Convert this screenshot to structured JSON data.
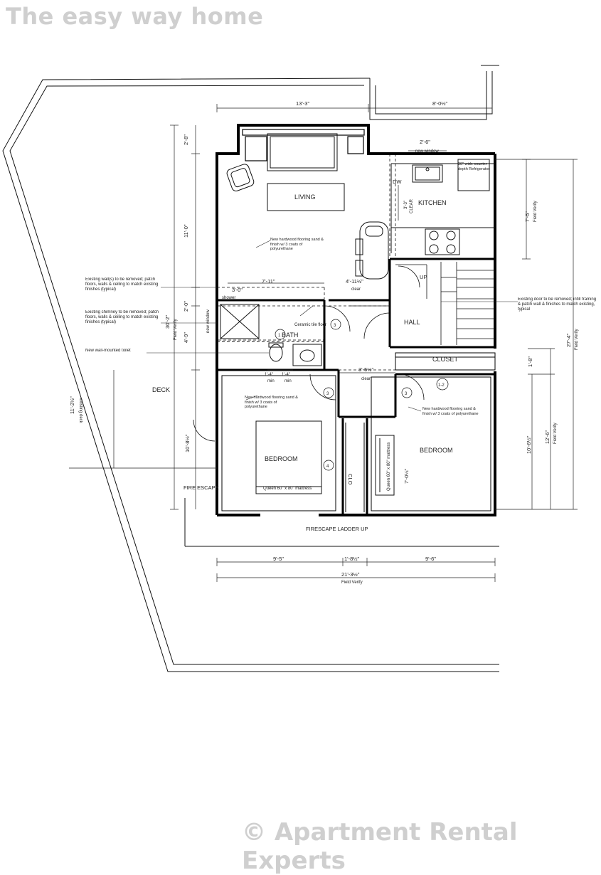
{
  "watermark": {
    "top": "The easy way home",
    "bottom": "© Apartment Rental Experts"
  },
  "rooms": {
    "living": "LIVING",
    "kitchen": "KITCHEN",
    "bath": "BATH",
    "hall": "HALL",
    "closet": "CLOSET",
    "bedroom_left": "BEDROOM",
    "bedroom_right": "BEDROOM",
    "deck": "DECK",
    "clo": "CLO",
    "up": "UP",
    "dw": "DW"
  },
  "dimensions": {
    "top_left": "13'-3\"",
    "top_right": "8'-0½\"",
    "window_width": "2'-6\"",
    "left_top": "2'-8\"",
    "left_living": "11'-0\"",
    "left_bath_a": "2'-0\"",
    "left_bath_b": "4'-9\"",
    "left_total": "30'-2\"",
    "left_bedroom": "10'-8½\"",
    "deck_depth": "11'-2½\"",
    "living_width": "7'-11\"",
    "clear_mid": "4'-11½\"",
    "clear_label": "clear",
    "shower_width": "3'-0\"",
    "kitchen_clear": "3'-3\"",
    "kitchen_clear_word": "CLEAR",
    "hall_clear": "3'-5½\"",
    "min_a": "1'-4\"",
    "min_b": "1'-4\"",
    "min_word": "min",
    "right_kitchen": "7'-5\"",
    "right_total": "27'-4\"",
    "right_closet": "1'-8\"",
    "right_bed_a": "10'-6½\"",
    "right_bed_b": "12'-6\"",
    "bedroom_right_depth": "7'-0¼\"",
    "bottom_left": "9'-5\"",
    "bottom_mid": "1'-8½\"",
    "bottom_right": "9'-6\"",
    "bottom_total": "21'-3½\"",
    "field_verify": "Field Verify",
    "existing_deck": "existing deck"
  },
  "notes": {
    "new_window": "new window",
    "new_window_side": "new window",
    "fridge": "30\" wide counter depth Refrigerator",
    "floor_living": "New hardwood flooring sand & finish w/ 3 coats of polyurethane",
    "floor_bed_left": "New hardwood flooring sand & finish w/ 3 coats of polyurethane",
    "floor_bed_right": "New hardwood flooring sand & finish w/ 3 coats of polyurethane",
    "walls_removed": "Existing wall(s) to be removed; patch floors, walls & ceiling to match existing finishes (typical)",
    "chimney_removed": "Existing chimney to be removed; patch floors, walls & ceiling to match existing finishes (typical)",
    "toilet": "New wall-mounted toilet",
    "door_infill": "Existing door to be removed; infill framing & patch wall & finishes to match existing, typical",
    "shower": "shower",
    "ceramic_tile": "Ceramic tile floor",
    "fire_escape": "FIRE ESCAPE",
    "fire_escape_ladder": "FIRESCAPE LADDER UP",
    "bed_label_left": "Queen 60\" x 80\" mattress",
    "bed_label_right": "Queen 60\" x 80\" mattress"
  },
  "door_tags": [
    "3",
    "3",
    "4",
    "3",
    "1-2",
    "1"
  ]
}
